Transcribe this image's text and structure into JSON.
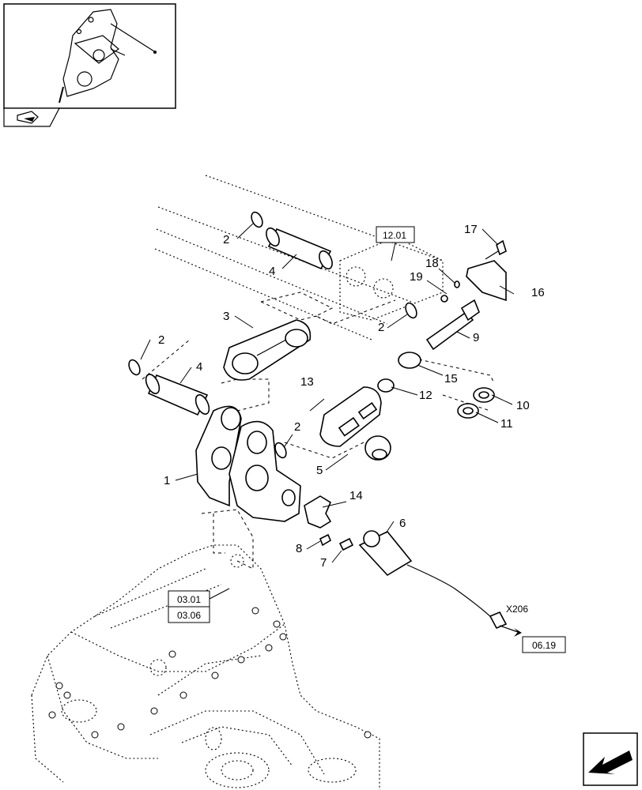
{
  "callouts": {
    "c1": "1",
    "c2a": "2",
    "c2b": "2",
    "c2c": "2",
    "c2d": "2",
    "c3": "3",
    "c4a": "4",
    "c4b": "4",
    "c5": "5",
    "c6": "6",
    "c7": "7",
    "c8": "8",
    "c9": "9",
    "c10": "10",
    "c11": "11",
    "c12": "12",
    "c13": "13",
    "c14": "14",
    "c15": "15",
    "c16": "16",
    "c17": "17",
    "c18": "18",
    "c19": "19"
  },
  "references": {
    "r1201": "12.01",
    "r0301": "03.01",
    "r0306": "03.06",
    "r0619": "06.19"
  },
  "connector_label": "X206",
  "icons": {
    "thumbnail": "assembly-thumbnail-icon",
    "back_arrow": "next-page-arrow-icon",
    "small_arrow": "small-arrow-icon"
  }
}
